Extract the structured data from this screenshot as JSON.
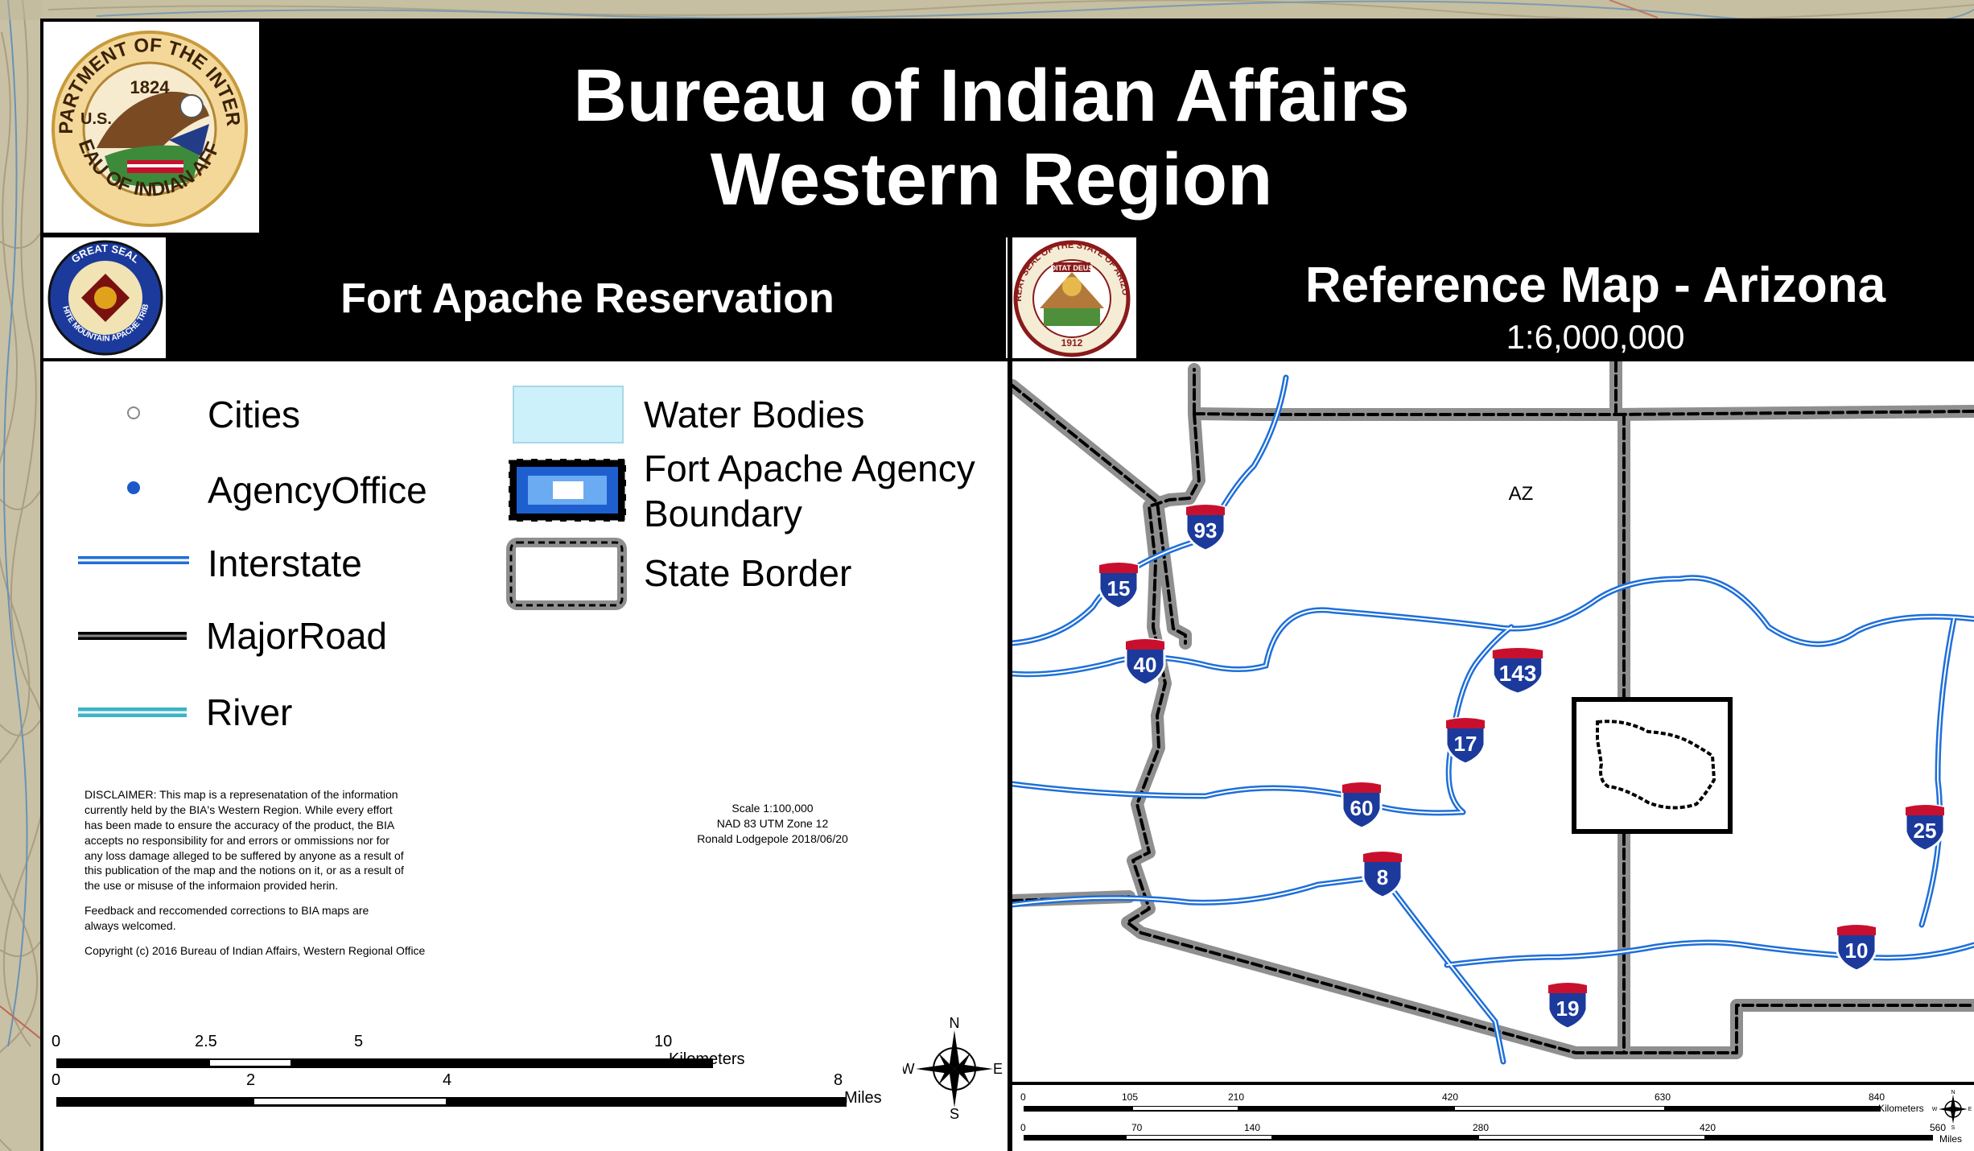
{
  "header": {
    "title_line1": "Bureau of Indian Affairs",
    "title_line2": "Western Region",
    "bia_seal": {
      "top": "DEPARTMENT OF THE INTERIOR",
      "left": "U.S.",
      "year": "1824",
      "bottom": "BUREAU OF INDIAN AFFAIRS"
    },
    "tribe_seal": {
      "top": "GREAT SEAL",
      "bottom": "WHITE MOUNTAIN APACHE TRIBE"
    },
    "az_seal": {
      "text": "GREAT SEAL OF THE STATE OF ARIZONA",
      "motto": "DITAT DEUS",
      "year": "1912"
    }
  },
  "main_map": {
    "panel_title": "Fort Apache Reservation",
    "legend": {
      "cities": "Cities",
      "agency_office": "AgencyOffice",
      "interstate": "Interstate",
      "major_road": "MajorRoad",
      "river": "River",
      "water_bodies": "Water Bodies",
      "agency_boundary_1": "Fort Apache Agency",
      "agency_boundary_2": "Boundary",
      "state_border": "State Border"
    },
    "disclaimer_lines": [
      "DISCLAIMER: This map is a represenatation of the information",
      "currently held by the BIA's Western Region. While every effort",
      "has been made to ensure the accuracy of the product, the BIA",
      "accepts no responsibility for and errors or ommissions nor for",
      "any loss damage alleged to be suffered by anyone as a result of",
      "this publication of the map and the notions on it, or as a result of",
      "the use or misuse of the informaion provided herin."
    ],
    "feedback_lines": [
      "Feedback and reccomended corrections to BIA maps are",
      "always welcomed."
    ],
    "copyright": "Copyright (c) 2016 Bureau of Indian Affairs, Western Regional Office",
    "scale_info": [
      "Scale 1:100,000",
      "NAD 83 UTM Zone 12",
      "Ronald Lodgepole 2018/06/20"
    ],
    "km_ticks": [
      "0",
      "2.5",
      "5",
      "10"
    ],
    "km_unit": "Kilometers",
    "mile_ticks": [
      "0",
      "2",
      "4",
      "8"
    ],
    "mile_unit": "Miles",
    "compass": {
      "n": "N",
      "s": "S",
      "e": "E",
      "w": "W"
    }
  },
  "reference_map": {
    "title": "Reference Map - Arizona",
    "scale": "1:6,000,000",
    "state_label": "AZ",
    "interstate_shields": [
      "93",
      "15",
      "40",
      "143",
      "17",
      "60",
      "8",
      "19",
      "10",
      "25"
    ],
    "km_ticks": [
      "0",
      "105",
      "210",
      "420",
      "630",
      "840"
    ],
    "km_unit": "Kilometers",
    "mile_ticks": [
      "0",
      "70",
      "140",
      "280",
      "420",
      "560"
    ],
    "mile_unit": "Miles",
    "compass": {
      "n": "N",
      "s": "S",
      "e": "E",
      "w": "W"
    }
  },
  "colors": {
    "interstate": "#1e6fd9",
    "river": "#3fb3c4",
    "water": "#cdf1fb",
    "state_border": "#8f8f8f",
    "shield_red": "#c8102e",
    "shield_blue": "#1b3a9c",
    "agency_fill": "#5ea2f0",
    "agency_dot": "#1c58c9"
  }
}
